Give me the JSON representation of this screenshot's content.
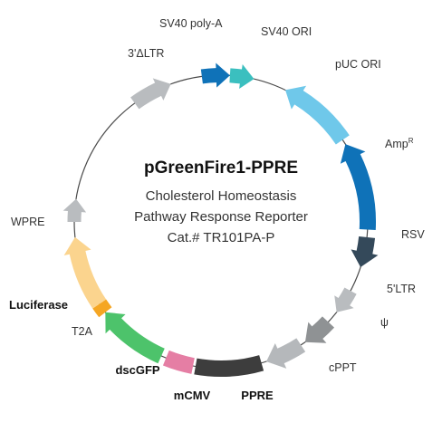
{
  "plasmid": {
    "name": "pGreenFire1-PPRE",
    "subtitle_lines": [
      "Cholesterol Homeostasis",
      "Pathway Response Reporter",
      "Cat.# TR101PA-P"
    ]
  },
  "features": [
    {
      "id": "sv40-polya",
      "label": "SV40 poly-A",
      "color": "#0f72b8",
      "shape": "arrow-cw",
      "bold": false
    },
    {
      "id": "sv40-ori",
      "label": "SV40 ORI",
      "color": "#3bbfbf",
      "shape": "arrow-cw",
      "bold": false
    },
    {
      "id": "puc-ori",
      "label": "pUC ORI",
      "color": "#6fc8ea",
      "shape": "arrow-ccw",
      "bold": false
    },
    {
      "id": "amp",
      "label": "Amp",
      "label_sup": "R",
      "color": "#0f72b8",
      "shape": "arrow-ccw",
      "bold": false
    },
    {
      "id": "rsv",
      "label": "RSV",
      "color": "#34495a",
      "shape": "arrow-cw",
      "bold": false
    },
    {
      "id": "5ltr",
      "label": "5'LTR",
      "color": "#b9bcbf",
      "shape": "arrow-cw",
      "bold": false
    },
    {
      "id": "psi",
      "label": "ψ",
      "color": "#8f9294",
      "shape": "arrow-cw",
      "bold": false
    },
    {
      "id": "cppt",
      "label": "cPPT",
      "color": "#b5b8bb",
      "shape": "arrow-cw",
      "bold": false
    },
    {
      "id": "ppre",
      "label": "PPRE",
      "color": "#3d3d3d",
      "shape": "block",
      "bold": true
    },
    {
      "id": "mcmv",
      "label": "mCMV",
      "color": "#e57ea4",
      "shape": "block",
      "bold": true
    },
    {
      "id": "dscgfp",
      "label": "dscGFP",
      "color": "#4dc36b",
      "shape": "arrow-cw",
      "bold": true
    },
    {
      "id": "t2a",
      "label": "T2A",
      "color": "#f5a623",
      "shape": "block",
      "bold": false
    },
    {
      "id": "luciferase",
      "label": "Luciferase",
      "color": "#fbd48e",
      "shape": "arrow-cw",
      "bold": true
    },
    {
      "id": "wpre",
      "label": "WPRE",
      "color": "#b9bcbf",
      "shape": "arrow-cw",
      "bold": false
    },
    {
      "id": "3ltr",
      "label": "3'ΔLTR",
      "color": "#b9bcbf",
      "shape": "arrow-cw",
      "bold": false
    }
  ]
}
